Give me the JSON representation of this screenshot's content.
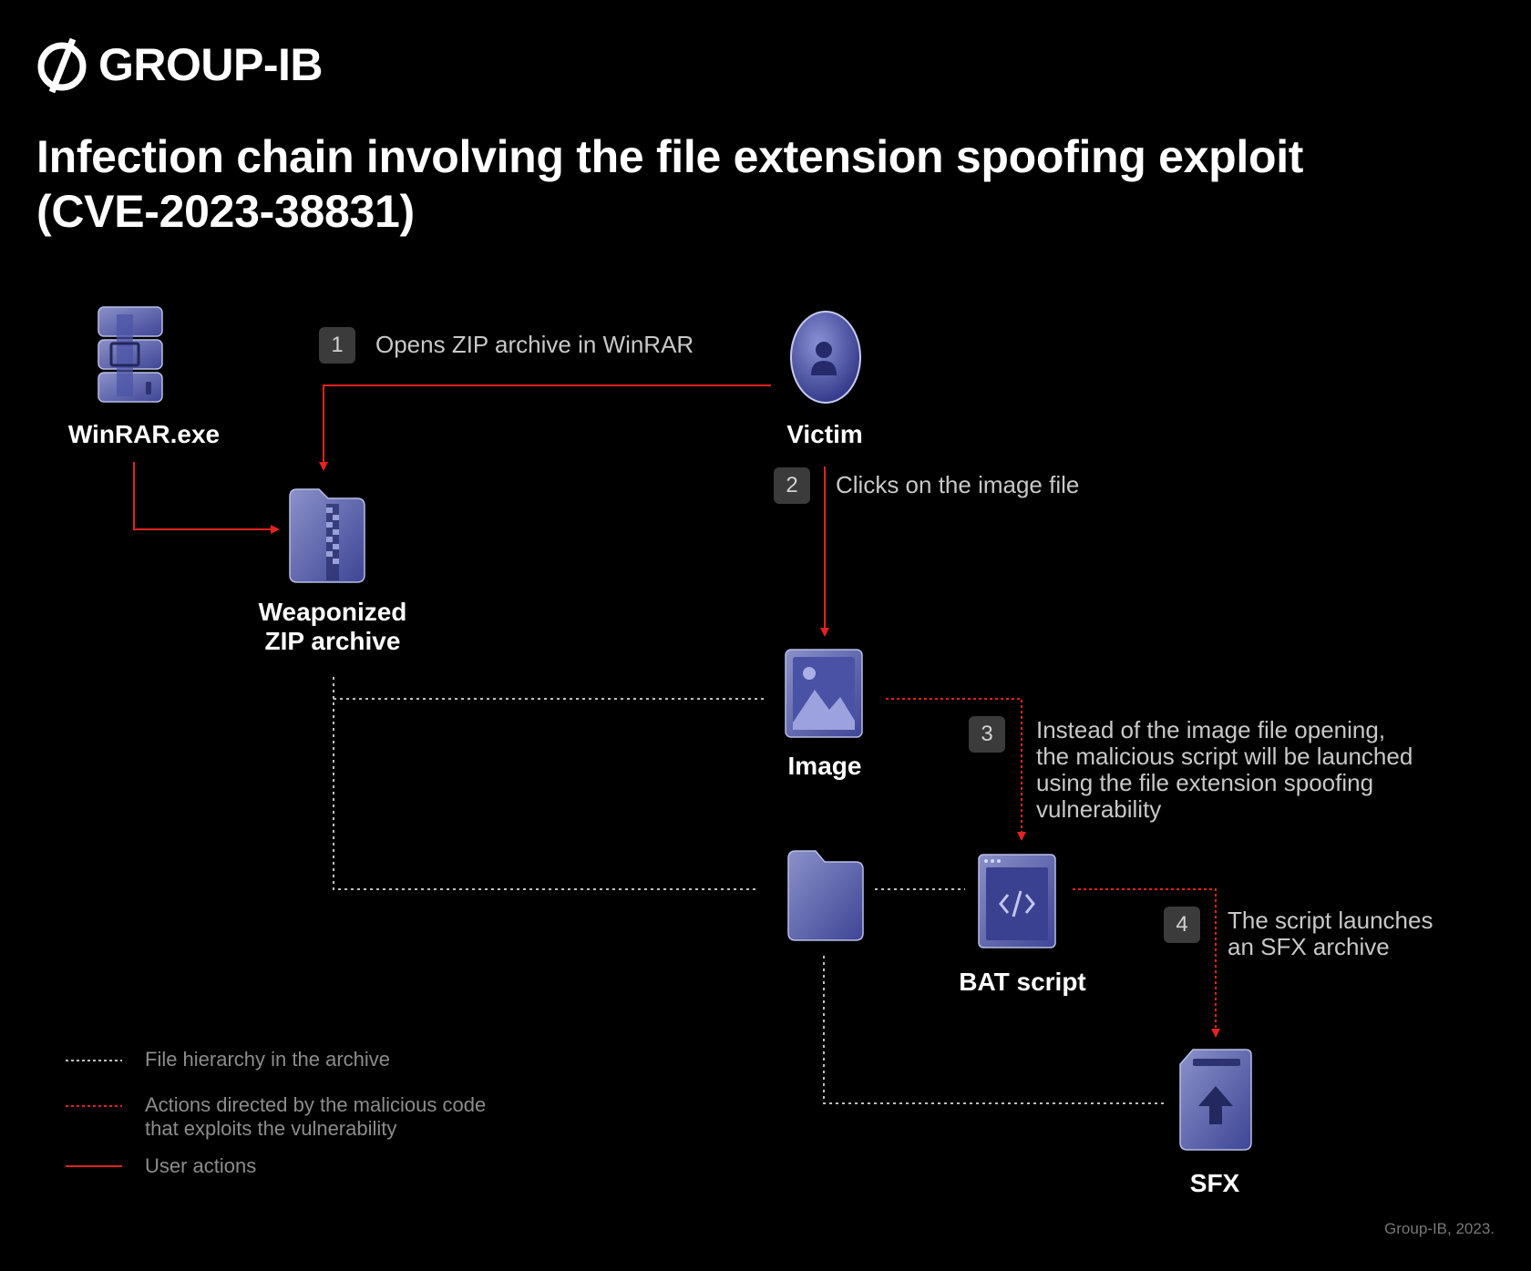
{
  "brand": {
    "name": "GROUP-IB",
    "icon": "group-ib-logo-icon"
  },
  "title": "Infection chain involving the file extension spoofing exploit (CVE-2023-38831)",
  "nodes": {
    "winrar": {
      "label": "WinRAR.exe",
      "icon": "winrar-icon"
    },
    "victim": {
      "label": "Victim",
      "icon": "user-icon"
    },
    "zip": {
      "label_line1": "Weaponized",
      "label_line2": "ZIP archive",
      "icon": "zip-archive-icon"
    },
    "image": {
      "label": "Image",
      "icon": "image-icon"
    },
    "folder": {
      "icon": "folder-icon"
    },
    "bat": {
      "label": "BAT script",
      "icon": "code-window-icon"
    },
    "sfx": {
      "label": "SFX",
      "icon": "upload-archive-icon"
    }
  },
  "steps": [
    {
      "num": "1",
      "text": "Opens ZIP archive in WinRAR"
    },
    {
      "num": "2",
      "text": "Clicks on the image file"
    },
    {
      "num": "3",
      "lines": [
        "Instead of the image file opening,",
        "the malicious script will be launched",
        "using the file extension spoofing",
        "vulnerability"
      ]
    },
    {
      "num": "4",
      "lines": [
        "The script launches",
        "an SFX archive"
      ]
    }
  ],
  "legend": [
    {
      "lines": [
        "File hierarchy in the archive"
      ],
      "style": "dotted-white"
    },
    {
      "lines": [
        "Actions directed by the malicious code",
        "that exploits the vulnerability"
      ],
      "style": "dotted-red"
    },
    {
      "lines": [
        "User actions"
      ],
      "style": "solid-red"
    }
  ],
  "credit": "Group-IB, 2023.",
  "colors": {
    "background": "#000000",
    "accent_red": "#e0231f",
    "dotted_white": "#bfbfbf",
    "icon_blue": "#5b64b8"
  }
}
